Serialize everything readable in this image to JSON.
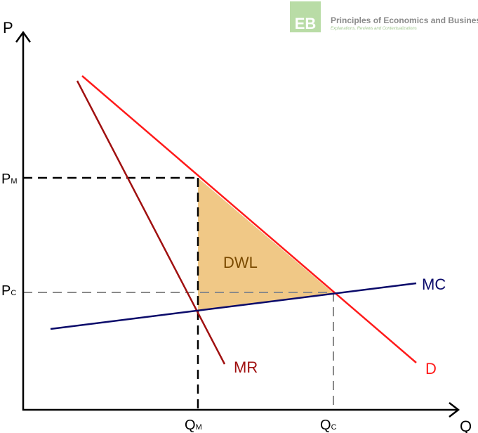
{
  "logo": {
    "mark": "EB",
    "title": "Principles of Economics and Business",
    "subtitle": "Explanations, Reviews and Contextualizations"
  },
  "axes": {
    "y_label": "P",
    "x_label": "Q"
  },
  "ticks": {
    "pm_main": "P",
    "pm_sub": "M",
    "pc_main": "P",
    "pc_sub": "C",
    "qm_main": "Q",
    "qm_sub": "M",
    "qc_main": "Q",
    "qc_sub": "C"
  },
  "curves": {
    "mr_label": "MR",
    "demand_label": "D",
    "mc_label": "MC"
  },
  "area": {
    "dwl_label": "DWL"
  },
  "colors": {
    "demand": "#ff1a1a",
    "mr": "#a01010",
    "mc": "#0a0a6a",
    "dwl_fill": "#f0c886",
    "dwl_text": "#7a4a00",
    "logo_green": "#b9dca6"
  }
}
